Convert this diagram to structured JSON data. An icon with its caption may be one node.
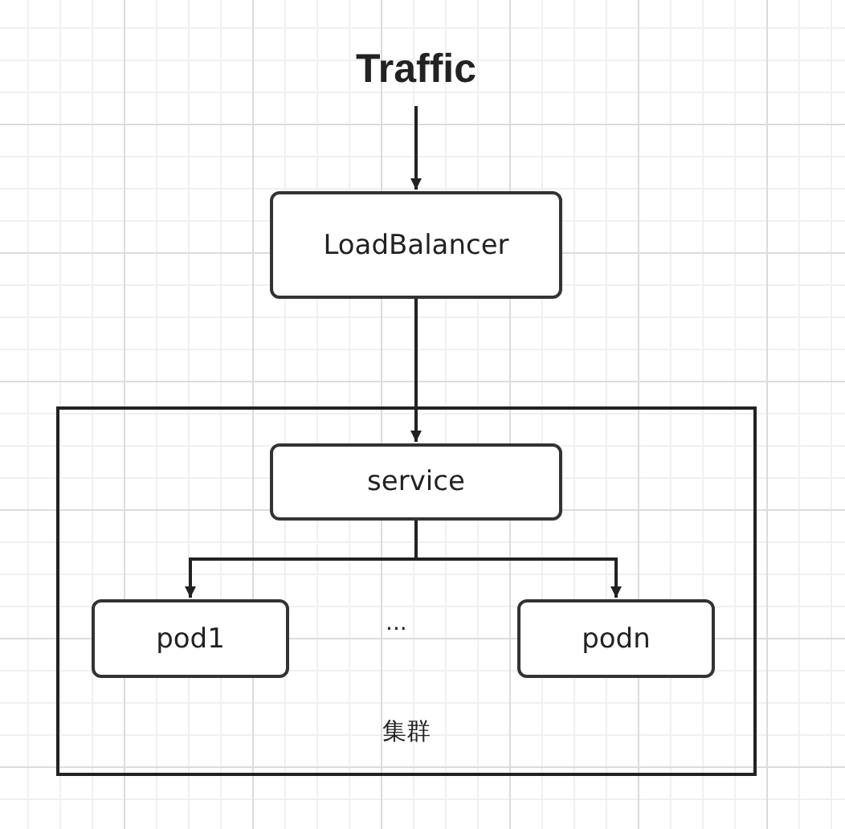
{
  "diagram": {
    "nodes": [
      {
        "text": [
          "Traffic"
        ]
      },
      {
        "text": [
          "LoadBalancer"
        ]
      },
      {
        "text": [
          "集群"
        ]
      },
      {
        "text": [
          "service"
        ],
        "in": 2
      },
      {
        "text": [
          "pod1"
        ],
        "in": 2
      },
      {
        "text": [
          "podn"
        ],
        "in": 2
      }
    ],
    "edges": [
      {
        "from": 0,
        "to": 1,
        "arrow": "to"
      },
      {
        "from": 1,
        "to": 3,
        "arrow": "to"
      },
      {
        "from": 3,
        "to": 4,
        "arrow": "to"
      },
      {
        "from": 3,
        "to": 5,
        "arrow": "to"
      }
    ],
    "labels": [
      "..."
    ]
  }
}
